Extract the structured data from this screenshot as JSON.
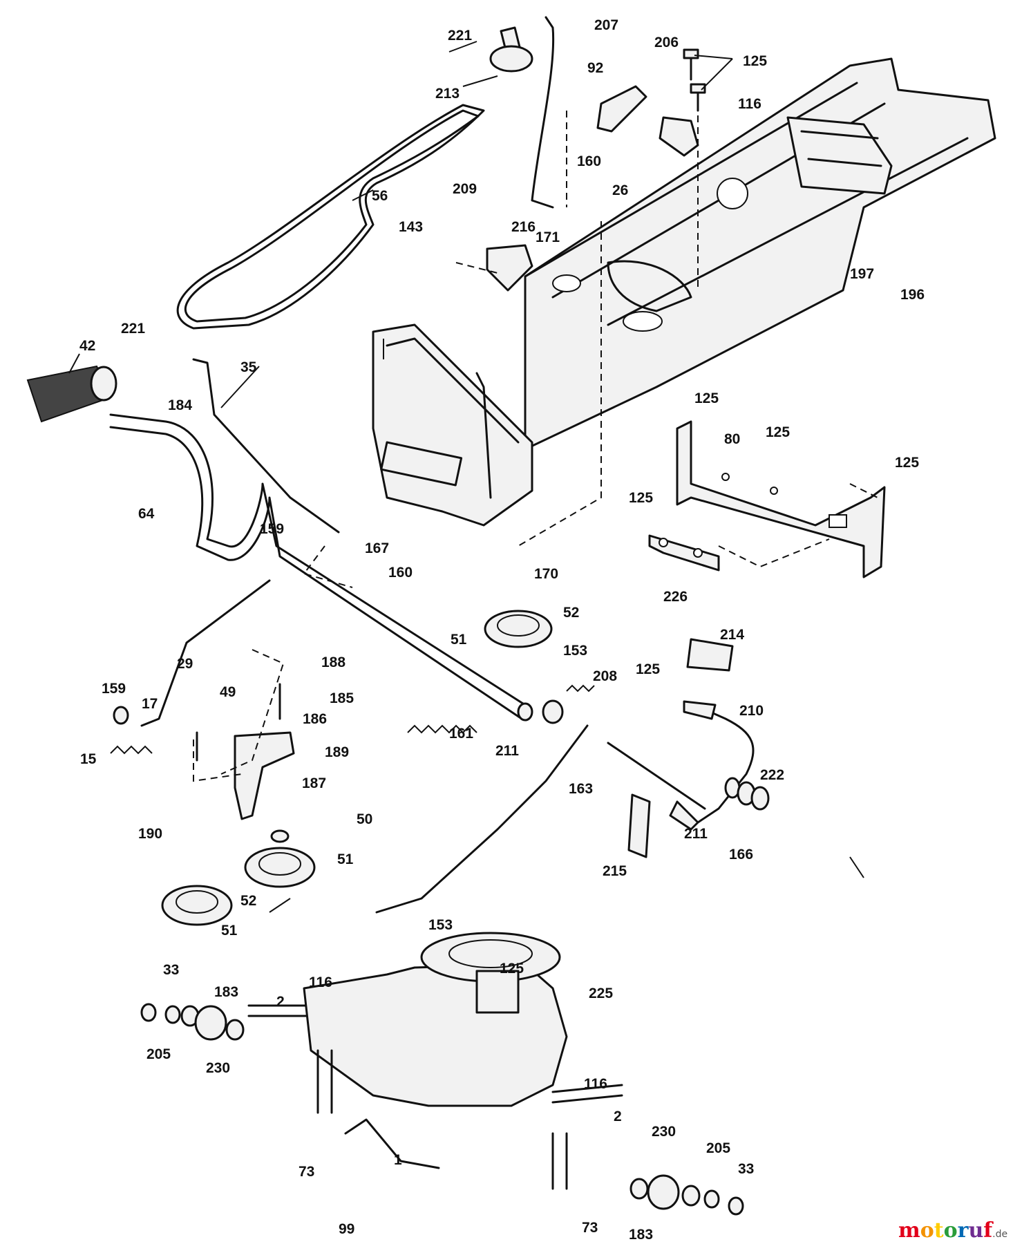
{
  "diagram": {
    "callouts": [
      "221",
      "213",
      "207",
      "206",
      "125",
      "92",
      "116",
      "160",
      "26",
      "209",
      "56",
      "143",
      "216",
      "171",
      "197",
      "196",
      "221",
      "42",
      "184",
      "35",
      "125",
      "80",
      "125",
      "125",
      "125",
      "64",
      "159",
      "167",
      "160",
      "170",
      "226",
      "52",
      "51",
      "188",
      "29",
      "159",
      "17",
      "15",
      "49",
      "185",
      "186",
      "189",
      "161",
      "153",
      "208",
      "125",
      "214",
      "210",
      "211",
      "222",
      "211",
      "166",
      "163",
      "187",
      "190",
      "50",
      "51",
      "52",
      "51",
      "215",
      "153",
      "33",
      "183",
      "116",
      "2",
      "125",
      "225",
      "205",
      "230",
      "116",
      "2",
      "230",
      "1",
      "205",
      "33",
      "73",
      "99",
      "183",
      "73"
    ]
  },
  "watermark": {
    "brand": "motoruf",
    "suffix": ".de",
    "colors": [
      "#e2001a",
      "#f39200",
      "#ffcc00",
      "#2a9d3a",
      "#0069b4",
      "#6f2c91",
      "#e2001a"
    ]
  }
}
